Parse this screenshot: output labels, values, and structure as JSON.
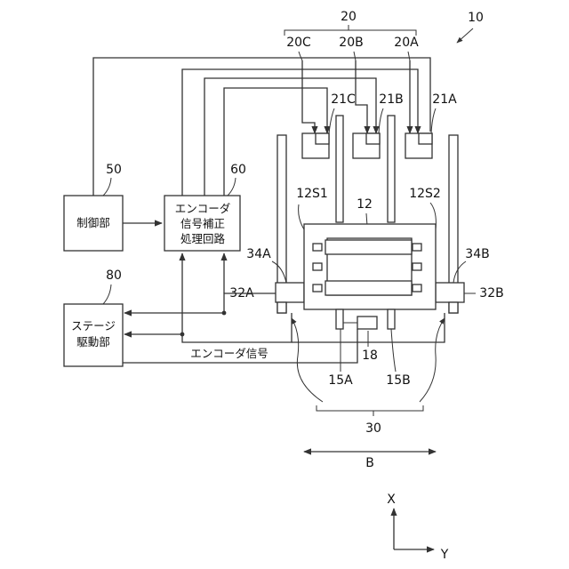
{
  "labels": {
    "system": "10",
    "sensors_group": "20",
    "sensor_c": "20C",
    "sensor_b": "20B",
    "sensor_a": "20A",
    "head_c": "21C",
    "head_b": "21B",
    "head_a": "21A",
    "control_unit_num": "50",
    "correction_unit_num": "60",
    "stage_drive_num": "80",
    "side_left": "12S1",
    "stage": "12",
    "side_right": "12S2",
    "slider_left": "34A",
    "slider_right": "34B",
    "rail_left": "32A",
    "rail_right": "32B",
    "scale_left": "15A",
    "scale_right": "15B",
    "encoder_head": "18",
    "stage_assembly": "30",
    "direction_b": "B",
    "axis_x": "X",
    "axis_y": "Y"
  },
  "blocks": {
    "control_unit": "制御部",
    "correction_line1": "エンコーダ",
    "correction_line2": "信号補正",
    "correction_line3": "処理回路",
    "stage_drive_line1": "ステージ",
    "stage_drive_line2": "駆動部"
  },
  "signals": {
    "encoder_signal": "エンコーダ信号"
  }
}
